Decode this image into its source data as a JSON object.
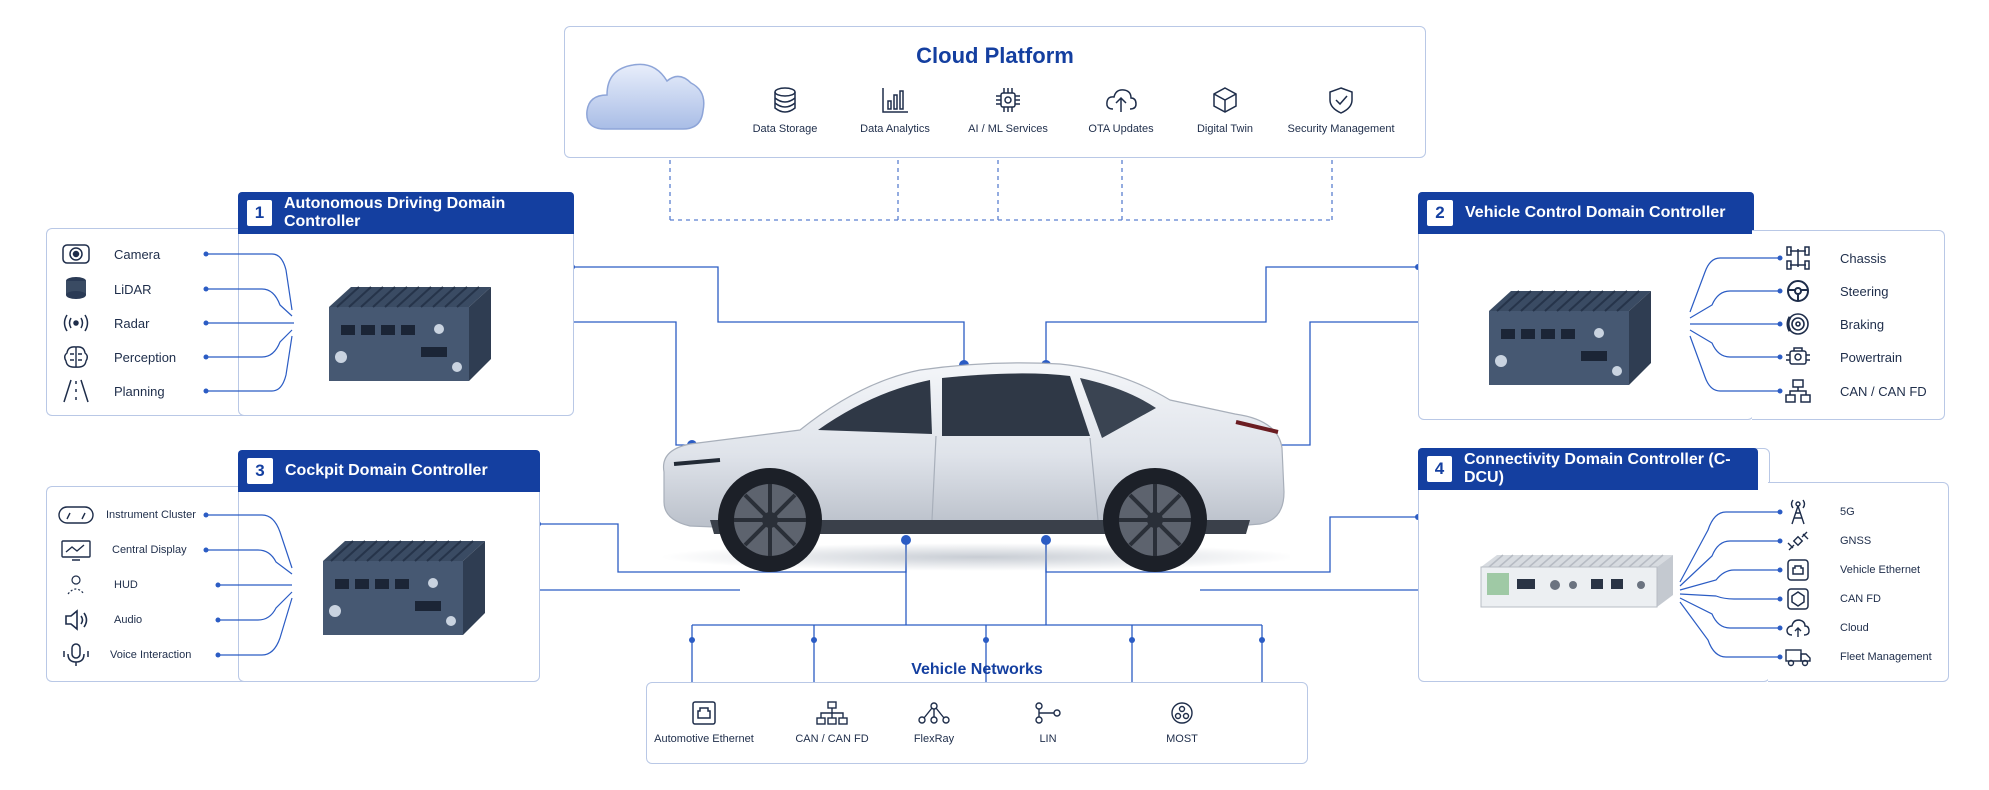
{
  "cloud": {
    "title": "Cloud Platform",
    "services": [
      {
        "label": "Data Storage",
        "icon": "database-icon"
      },
      {
        "label": "Data Analytics",
        "icon": "bar-chart-icon"
      },
      {
        "label": "AI / ML Services",
        "icon": "chip-icon"
      },
      {
        "label": "OTA Updates",
        "icon": "cloud-upload-icon"
      },
      {
        "label": "Digital Twin",
        "icon": "cube-icon"
      },
      {
        "label": "Security Management",
        "icon": "shield-icon"
      }
    ]
  },
  "controllers": [
    {
      "number": "1",
      "title": "Autonomous Driving Domain Controller",
      "items": [
        {
          "label": "Camera",
          "icon": "camera-icon"
        },
        {
          "label": "LiDAR",
          "icon": "lidar-icon"
        },
        {
          "label": "Radar",
          "icon": "radar-icon"
        },
        {
          "label": "Perception",
          "icon": "brain-icon"
        },
        {
          "label": "Planning",
          "icon": "road-icon"
        }
      ]
    },
    {
      "number": "2",
      "title": "Vehicle Control Domain Controller",
      "items": [
        {
          "label": "Chassis",
          "icon": "chassis-icon"
        },
        {
          "label": "Steering",
          "icon": "steering-wheel-icon"
        },
        {
          "label": "Braking",
          "icon": "brake-disc-icon"
        },
        {
          "label": "Powertrain",
          "icon": "engine-icon"
        },
        {
          "label": "CAN / CAN FD",
          "icon": "network-icon"
        }
      ]
    },
    {
      "number": "3",
      "title": "Cockpit Domain Controller",
      "items": [
        {
          "label": "Instrument Cluster",
          "icon": "gauge-icon"
        },
        {
          "label": "Central Display",
          "icon": "display-icon"
        },
        {
          "label": "HUD",
          "icon": "hud-icon"
        },
        {
          "label": "Audio",
          "icon": "speaker-icon"
        },
        {
          "label": "Voice Interaction",
          "icon": "microphone-icon"
        }
      ]
    },
    {
      "number": "4",
      "title": "Connectivity Domain Controller (C-DCU)",
      "items": [
        {
          "label": "5G",
          "icon": "antenna-icon"
        },
        {
          "label": "GNSS",
          "icon": "satellite-icon"
        },
        {
          "label": "Vehicle Ethernet",
          "icon": "ethernet-icon"
        },
        {
          "label": "CAN FD",
          "icon": "can-icon"
        },
        {
          "label": "Cloud",
          "icon": "cloud-icon"
        },
        {
          "label": "Fleet Management",
          "icon": "truck-icon"
        }
      ]
    }
  ],
  "networks": {
    "title": "Vehicle Networks",
    "items": [
      {
        "label": "Automotive Ethernet",
        "icon": "ethernet-port-icon"
      },
      {
        "label": "CAN / CAN FD",
        "icon": "bus-topology-icon"
      },
      {
        "label": "FlexRay",
        "icon": "flexray-icon"
      },
      {
        "label": "LIN",
        "icon": "lin-icon"
      },
      {
        "label": "MOST",
        "icon": "ring-icon"
      }
    ]
  },
  "colors": {
    "accent": "#143fa0",
    "line": "#2b5cc4",
    "border": "#b9c8e6"
  }
}
